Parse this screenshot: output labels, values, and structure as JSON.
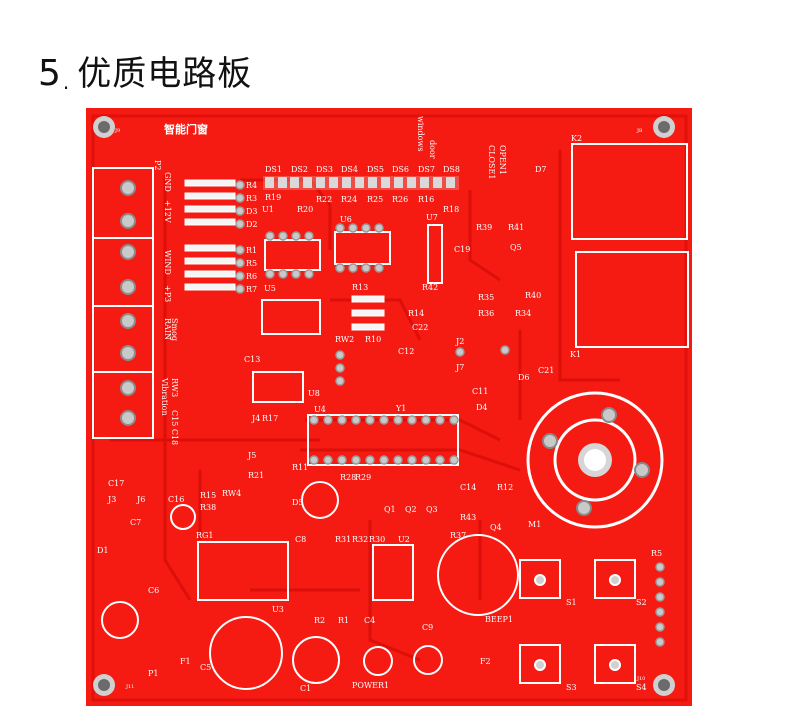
{
  "heading": {
    "number": "5",
    "separator": ".",
    "title": "优质电路板"
  },
  "board": {
    "colors": {
      "substrate": "#f51a12",
      "trace": "#e2110b",
      "silk": "#ffffff",
      "pad": "#c9c9c9",
      "pad_dark": "#8c8c8c"
    },
    "title_text": "智能门窗",
    "labels": {
      "j9": "J9",
      "j8": "J8",
      "j10": "J10",
      "j11": "J11",
      "p2": "P2",
      "gnd": "GND",
      "v12": "+12V",
      "wind": "WIND",
      "p3": "+P3",
      "rain": "RAIN",
      "smog": "Smog",
      "vibration": "Vibration",
      "rw3": "RW3",
      "rw2": "RW2",
      "rw4": "RW4",
      "c13": "C13",
      "c15c18": "C15 C18",
      "c16": "C16",
      "c17": "C17",
      "r4": "R4",
      "r3": "R3",
      "d3": "D3",
      "d2": "D2",
      "r1a": "R1",
      "r5": "R5",
      "r6": "R6",
      "r7": "R7",
      "u1": "U1",
      "u5": "U5",
      "u6": "U6",
      "u7": "U7",
      "u8": "U8",
      "u4": "U4",
      "u2": "U2",
      "u3": "U3",
      "ds1": "DS1",
      "ds2": "DS2",
      "ds3": "DS3",
      "ds4": "DS4",
      "ds5": "DS5",
      "ds6": "DS6",
      "ds7": "DS7",
      "ds8": "DS8",
      "r19": "R19",
      "r20": "R20",
      "r22": "R22",
      "r24": "R24",
      "r25": "R25",
      "r26": "R26",
      "r16": "R16",
      "r18": "R18",
      "windows": "windows",
      "door": "door",
      "close1": "CLOSE1",
      "open1": "OPEN1",
      "d7": "D7",
      "k2": "K2",
      "k1": "K1",
      "r39": "R39",
      "r41": "R41",
      "q5": "Q5",
      "c19": "C19",
      "r42": "R42",
      "r13": "R13",
      "r14": "R14",
      "c22": "C22",
      "r35": "R35",
      "r36": "R36",
      "r34": "R34",
      "r40": "R40",
      "c21": "C21",
      "d6": "D6",
      "j2": "J2",
      "j7": "J7",
      "r10": "R10",
      "c12": "C12",
      "c11": "C11",
      "y1": "Y1",
      "j4": "J4",
      "r17": "R17",
      "j5": "J5",
      "r21": "R21",
      "r11": "R11",
      "d4": "D4",
      "d5": "D5",
      "r12": "R12",
      "c14": "C14",
      "r15": "R15",
      "r38": "R38",
      "j3": "J3",
      "j6": "J6",
      "rg1": "RG1",
      "c7": "C7",
      "d1": "D1",
      "c6": "C6",
      "c8": "C8",
      "q1": "Q1",
      "q2": "Q2",
      "q3": "Q3",
      "q4": "Q4",
      "r43": "R43",
      "r37": "R37",
      "r31": "R31",
      "r32": "R32",
      "r30": "R30",
      "r28": "R28",
      "r29": "R29",
      "m1": "M1",
      "r2": "R2",
      "r1b": "R1",
      "c4": "C4",
      "c9": "C9",
      "beep1": "BEEP1",
      "f2": "F2",
      "f1": "F1",
      "p1": "P1",
      "c5": "C5",
      "c1": "C1",
      "power1": "POWER1",
      "s1": "S1",
      "s2": "S2",
      "s3": "S3",
      "s4": "S4"
    }
  }
}
